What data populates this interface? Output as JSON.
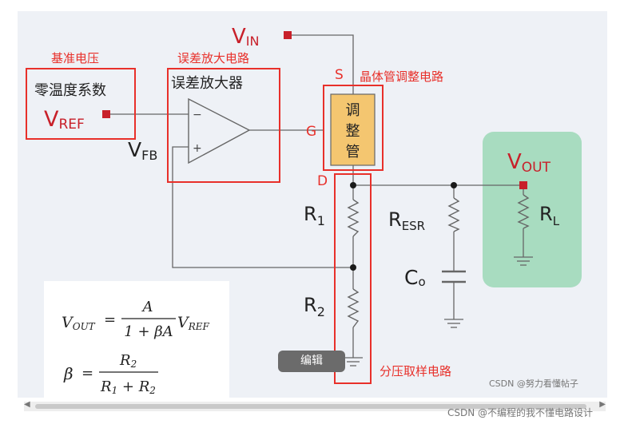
{
  "labels": {
    "reference_voltage": "基准电压",
    "error_amp_circuit": "误差放大电路",
    "transistor_circuit": "晶体管调整电路",
    "divider_circuit": "分压取样电路",
    "zero_temp_coeff": "零温度系数",
    "error_amplifier": "误差放大器",
    "pass_transistor_line1": "调",
    "pass_transistor_line2": "整",
    "pass_transistor_line3": "管"
  },
  "symbols": {
    "v": "V",
    "vin_sub": "IN",
    "vref_sub": "REF",
    "vfb_sub": "FB",
    "vout_sub": "OUT",
    "r": "R",
    "r1_sub": "1",
    "r2_sub": "2",
    "resr_sub": "ESR",
    "rl_sub": "L",
    "c": "C",
    "co_sub": "o",
    "pin_s": "S",
    "pin_g": "G",
    "pin_d": "D",
    "minus": "−",
    "plus": "+"
  },
  "formula": {
    "vout": "V",
    "vout_sub": "OUT",
    "equals": "=",
    "num": "A",
    "den": "1 + βA",
    "vref": "V",
    "vref_sub": "REF",
    "beta": "β",
    "beta_num": "R",
    "beta_num_sub": "2",
    "beta_den_r1": "R",
    "beta_den_r1_sub": "1",
    "beta_den_plus": " + R",
    "beta_den_r2_sub": "2"
  },
  "ui": {
    "edit_button": "编辑",
    "watermark_mid": "CSDN @努力看懂帖子",
    "watermark_bottom": "CSDN @不编程的我不懂电路设计"
  },
  "colors": {
    "highlight_red": "#e8302a",
    "circuit_bg": "#eef1f6",
    "load_bg": "#a8dcc0",
    "transistor_fill": "#f4c670",
    "wire": "#666666"
  }
}
